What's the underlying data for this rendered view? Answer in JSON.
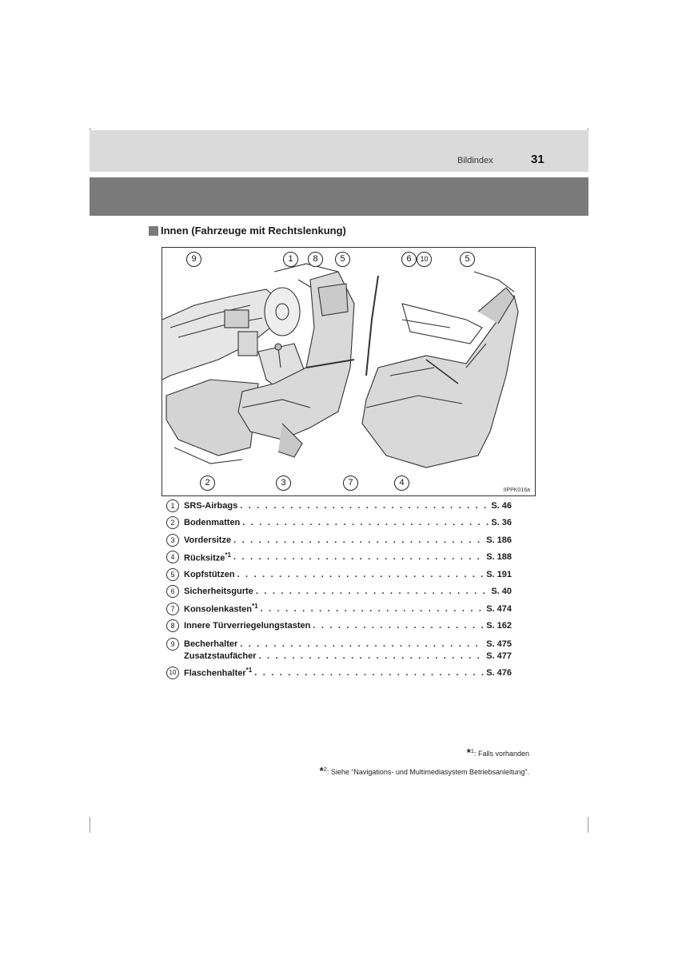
{
  "header": {
    "section": "Bildindex",
    "page": "31"
  },
  "section_title": "Innen (Fahrzeuge mit Rechtslenkung)",
  "figure": {
    "code": "IIPPK016a",
    "callouts": {
      "top": [
        "9",
        "1",
        "8",
        "5",
        "6",
        "10",
        "5"
      ],
      "bottom": [
        "2",
        "3",
        "7",
        "4"
      ]
    }
  },
  "items": [
    {
      "num": "1",
      "label": "SRS-Airbags",
      "sup": "",
      "page": "S. 46"
    },
    {
      "num": "2",
      "label": "Bodenmatten",
      "sup": "",
      "page": "S. 36"
    },
    {
      "num": "3",
      "label": "Vordersitze",
      "sup": "",
      "page": "S. 186"
    },
    {
      "num": "4",
      "label": "Rücksitze",
      "sup": "*1",
      "page": "S. 188"
    },
    {
      "num": "5",
      "label": "Kopfstützen",
      "sup": "",
      "page": "S. 191"
    },
    {
      "num": "6",
      "label": "Sicherheitsgurte",
      "sup": "",
      "page": "S. 40"
    },
    {
      "num": "7",
      "label": "Konsolenkasten",
      "sup": "*1",
      "page": "S. 474"
    },
    {
      "num": "8",
      "label": "Innere Türverriegelungstasten",
      "sup": "",
      "page": "S. 162"
    },
    {
      "num": "9",
      "label": "Becherhalter",
      "sup": "",
      "page": "S. 475"
    },
    {
      "num": "",
      "label": "Zusatzstaufächer",
      "sup": "",
      "page": "S. 477"
    },
    {
      "num": "10",
      "label": "Flaschenhalter",
      "sup": "*1",
      "page": "S. 476"
    }
  ],
  "footnotes": [
    {
      "mark": "*",
      "ref": "1",
      "text": ": Falls vorhanden"
    },
    {
      "mark": "*",
      "ref": "2",
      "text": ": Siehe “Navigations- und Multimediasystem Betriebsanleitung”."
    }
  ],
  "colors": {
    "header_band": "#dadada",
    "dark_band": "#7a7a7a"
  }
}
